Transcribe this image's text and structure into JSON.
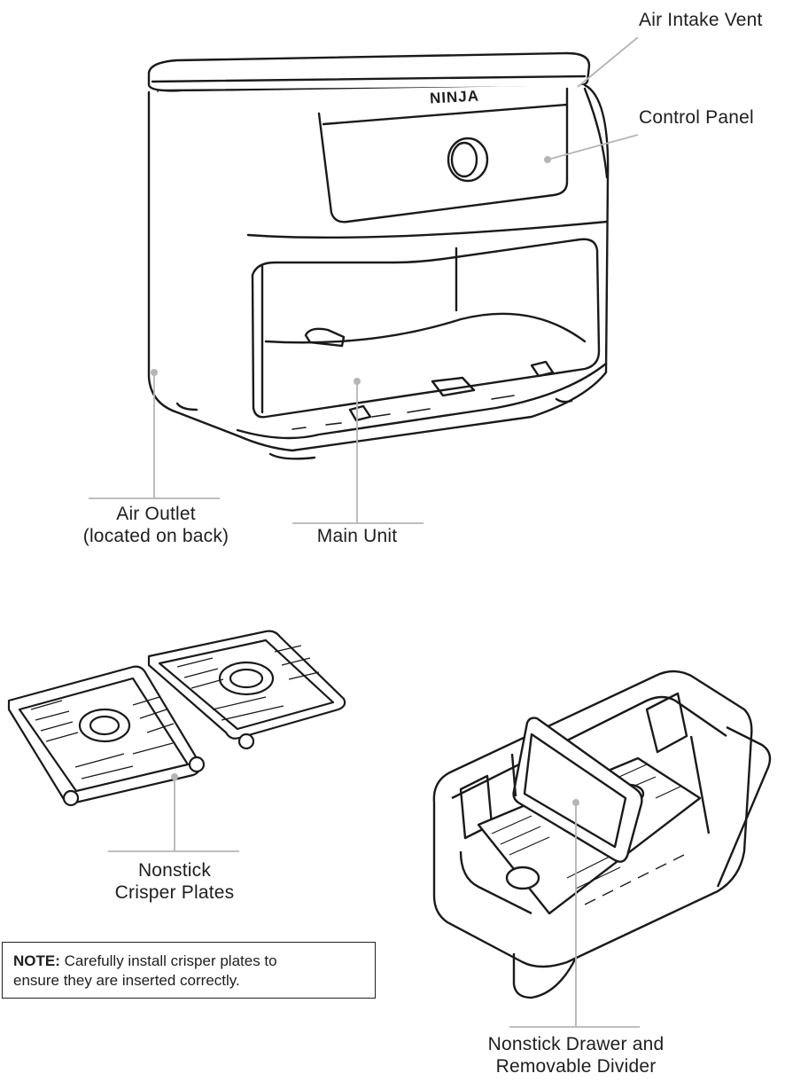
{
  "labels": {
    "air_intake_vent": "Air Intake Vent",
    "control_panel": "Control Panel",
    "air_outlet_line1": "Air Outlet",
    "air_outlet_line2": "(located on back)",
    "main_unit": "Main Unit",
    "crisper_line1": "Nonstick",
    "crisper_line2": "Crisper Plates",
    "drawer_line1": "Nonstick Drawer and",
    "drawer_line2": "Removable Divider"
  },
  "brand_logo": "NINJA",
  "note": {
    "prefix": "NOTE:",
    "text_line1": " Carefully install crisper plates to",
    "text_line2": "ensure they are inserted correctly."
  },
  "colors": {
    "line_art": "#1a1a1a",
    "leader_line": "#b5b5b5",
    "background": "#ffffff"
  }
}
